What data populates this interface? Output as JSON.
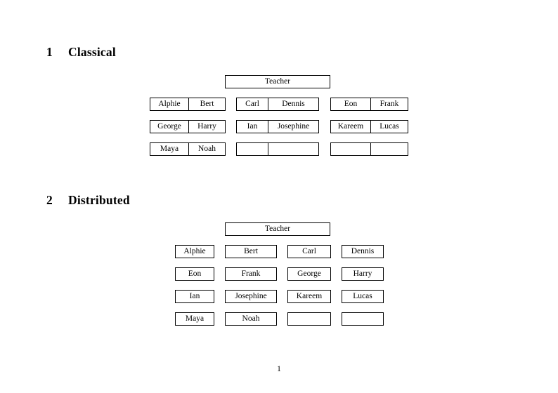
{
  "document": {
    "page_number": "1",
    "background": "#ffffff",
    "text_color": "#000000",
    "border_color": "#000000"
  },
  "sections": [
    {
      "number": "1",
      "title": "Classical",
      "teacher_label": "Teacher",
      "layout": "three-grouped-two-column-tables",
      "groups": [
        {
          "rows": [
            [
              "Alphie",
              "Bert"
            ],
            [
              "George",
              "Harry"
            ],
            [
              "Maya",
              "Noah"
            ]
          ]
        },
        {
          "rows": [
            [
              "Carl",
              "Dennis"
            ],
            [
              "Ian",
              "Josephine"
            ],
            [
              "",
              ""
            ]
          ]
        },
        {
          "rows": [
            [
              "Eon",
              "Frank"
            ],
            [
              "Kareem",
              "Lucas"
            ],
            [
              "",
              ""
            ]
          ]
        }
      ]
    },
    {
      "number": "2",
      "title": "Distributed",
      "teacher_label": "Teacher",
      "layout": "four-by-four-separate-boxes",
      "rows": [
        [
          "Alphie",
          "Bert",
          "Carl",
          "Dennis"
        ],
        [
          "Eon",
          "Frank",
          "George",
          "Harry"
        ],
        [
          "Ian",
          "Josephine",
          "Kareem",
          "Lucas"
        ],
        [
          "Maya",
          "Noah",
          "",
          ""
        ]
      ]
    }
  ]
}
